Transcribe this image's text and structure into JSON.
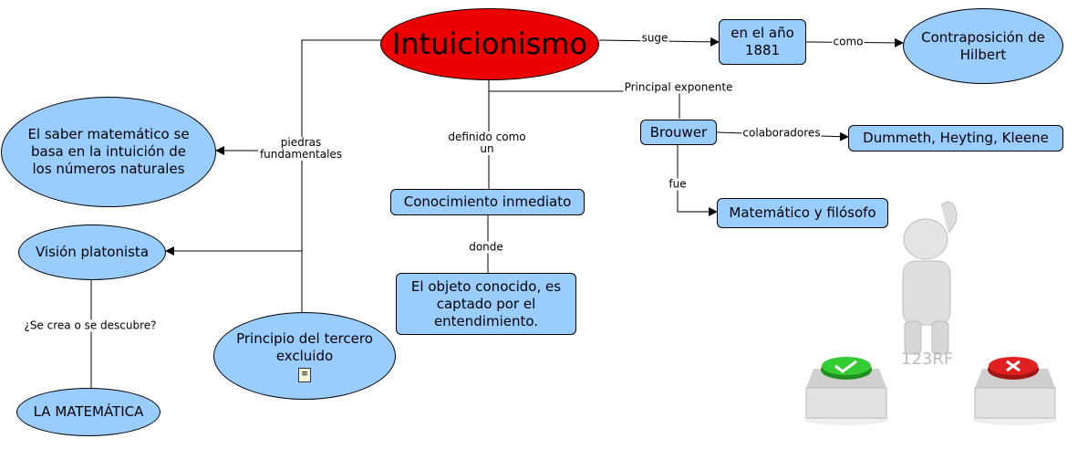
{
  "nodes": {
    "intuicionismo": "Intuicionismo",
    "anio": "en el año 1881",
    "hilbert": "Contraposición de Hilbert",
    "brouwer": "Brouwer",
    "colaboradores_nombres": "Dummeth, Heyting, Kleene",
    "matematico": "Matemático y filósofo",
    "saber": "El saber matemático se basa en la intuición de los números naturales",
    "vision": "Visión platonista",
    "matematica": "LA MATEMÁTICA",
    "principio": "Principio del tercero excluido",
    "conocimiento": "Conocimiento inmediato",
    "objeto": "El objeto conocido, es captado por el entendimiento."
  },
  "links": {
    "suge": "suge",
    "como": "como",
    "principal": "Principal exponente",
    "colaboradores": "colaboradores",
    "fue": "fue",
    "piedras": "piedras fundamentales",
    "definido": "definido como un",
    "donde": "donde",
    "pregunta": "¿Se crea o se descubre?"
  },
  "icons": [
    "document-icon",
    "thinking-figure-illustration",
    "check-button-icon",
    "cross-button-icon"
  ],
  "colors": {
    "node_fill": "#99ccff",
    "main_fill": "#ee0000"
  }
}
